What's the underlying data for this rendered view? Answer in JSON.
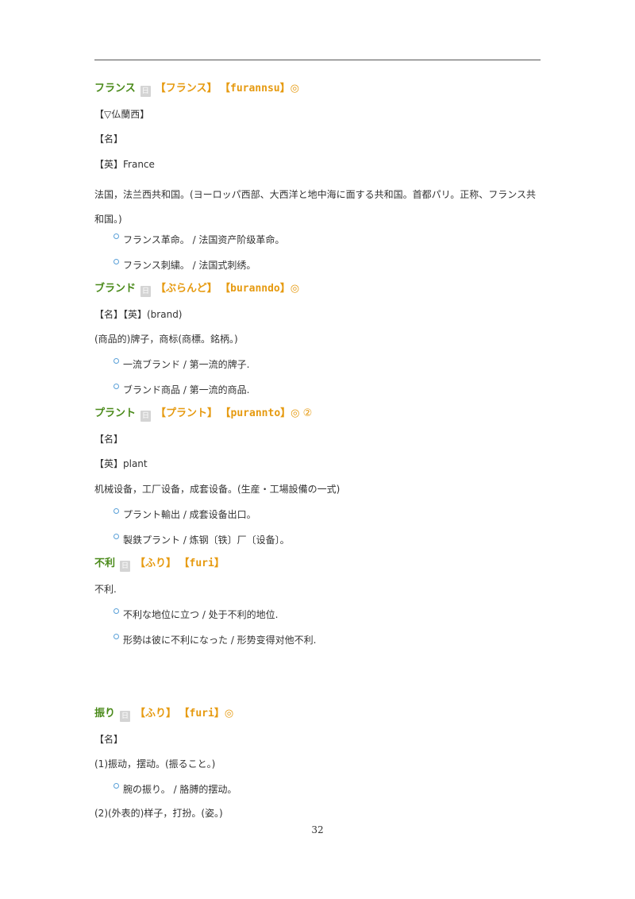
{
  "entries": [
    {
      "word": "フランス",
      "badge": "日",
      "kana": "【フランス】",
      "roma": "【furannsu】",
      "star": "◎",
      "lines": [
        "【▽仏蘭西】",
        "【名】",
        "【英】France"
      ],
      "definition": "法国，法兰西共和国。(ヨーロッパ西部、大西洋と地中海に面する共和国。首都パリ。正称、フランス共和国。)",
      "examples": [
        "フランス革命。 / 法国资产阶级革命。",
        "フランス刺繍。 / 法国式刺绣。"
      ]
    },
    {
      "word": "ブランド",
      "badge": "日",
      "kana": "【ぶらんど】",
      "roma": "【buranndo】",
      "star": "◎",
      "lines": [
        "【名】【英】(brand)"
      ],
      "definition": "(商品的)牌子，商标(商標。銘柄。)",
      "examples": [
        "一流ブランド / 第一流的牌子.",
        "ブランド商品 / 第一流的商品."
      ]
    },
    {
      "word": "プラント",
      "badge": "日",
      "kana": "【プラント】",
      "roma": "【purannto】",
      "star": "◎ ②",
      "lines": [
        "【名】",
        "【英】plant"
      ],
      "definition": "机械设备，工厂设备，成套设备。(生産・工場設備の一式)",
      "examples": [
        "プラント輸出 / 成套设备出口。",
        "製鉄プラント / 炼钢〔铁〕厂〔设备〕。"
      ]
    },
    {
      "word": "不利",
      "badge": "日",
      "kana": "【ふり】",
      "roma": "【furi】",
      "star": "",
      "definition": "不利.",
      "examples": [
        "不利な地位に立つ / 处于不利的地位.",
        "形勢は彼に不利になった / 形势变得对他不利."
      ]
    },
    {
      "word": "振り",
      "badge": "日",
      "kana": "【ふり】",
      "roma": "【furi】",
      "star": "◎",
      "lines": [
        "【名】"
      ],
      "sense1": "(1)振动，摆动。(振ること。)",
      "example1": "腕の振り。 / 胳膊的摆动。",
      "sense2": "(2)(外表的)样子，打扮。(姿。)"
    }
  ],
  "page_number": "32"
}
